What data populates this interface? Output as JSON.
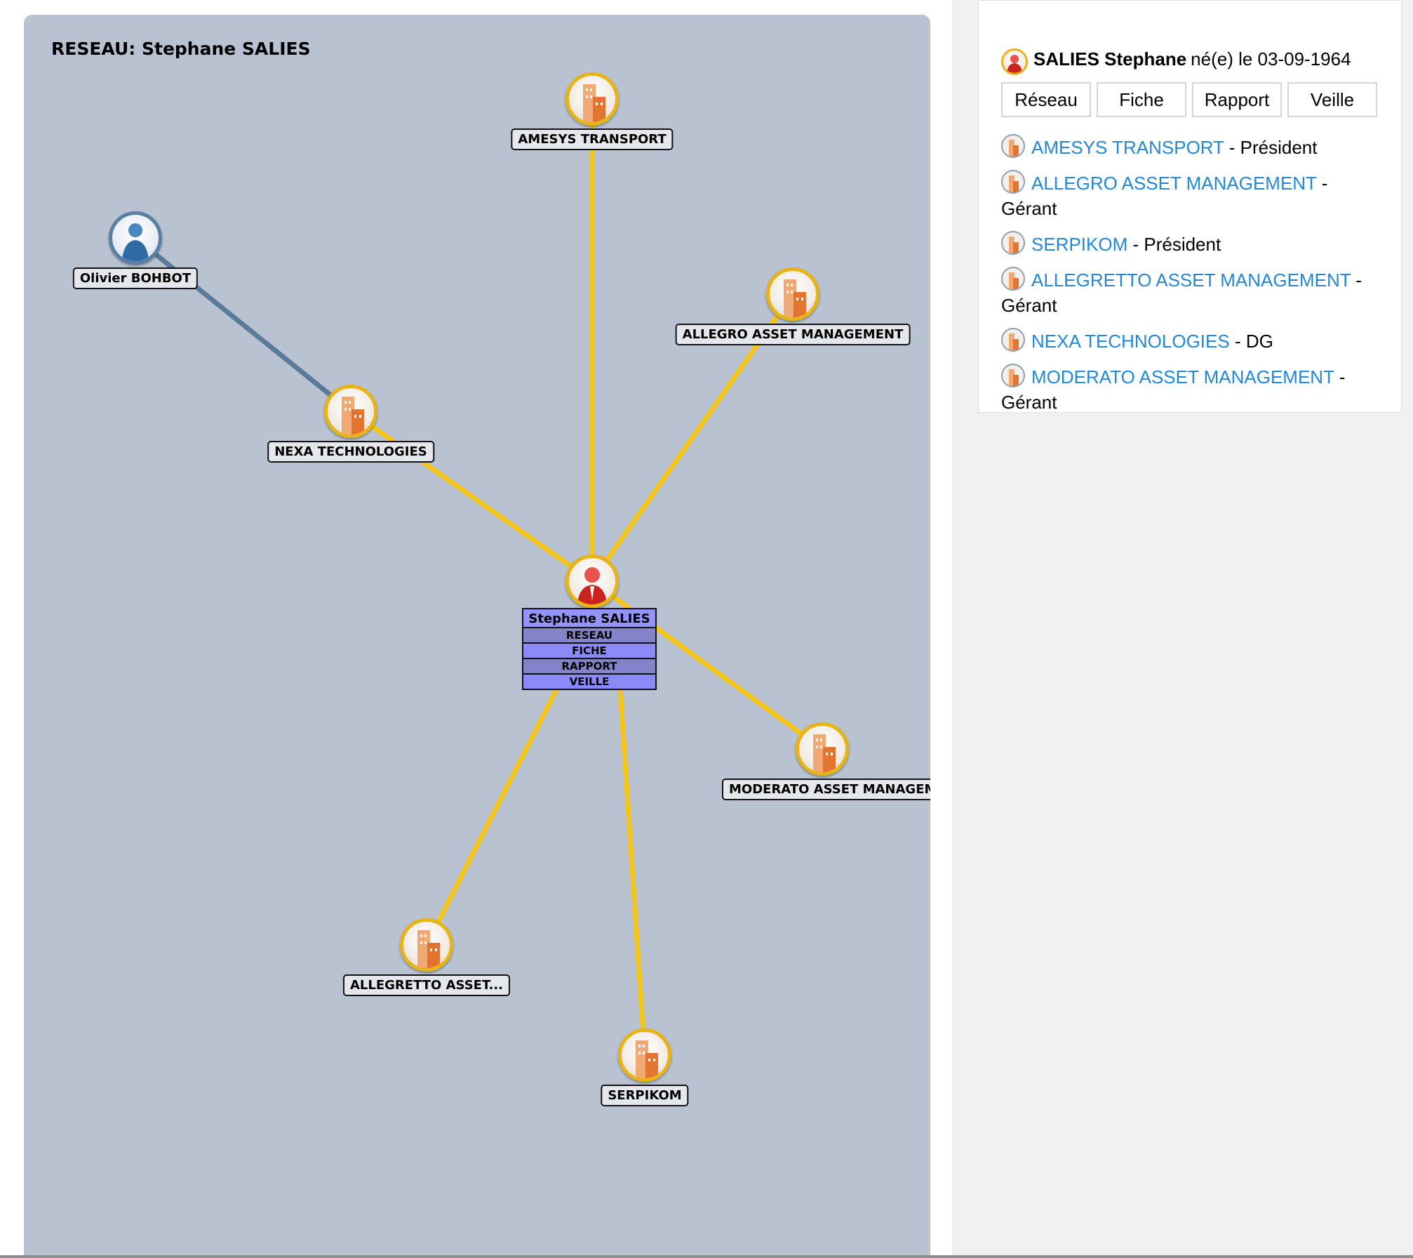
{
  "graph": {
    "title": "RESEAU: Stephane SALIES",
    "colors": {
      "company_edge": "#f5c518",
      "person_edge": "#5a7a99"
    },
    "center": {
      "name": "Stephane SALIES",
      "links": [
        "RESEAU",
        "FICHE",
        "RAPPORT",
        "VEILLE"
      ],
      "icon": "person-red-icon"
    },
    "nodes": [
      {
        "id": "amesys",
        "label": "AMESYS TRANSPORT",
        "type": "company",
        "icon": "building-icon"
      },
      {
        "id": "allegro",
        "label": "ALLEGRO ASSET MANAGEMENT",
        "type": "company",
        "icon": "building-icon"
      },
      {
        "id": "nexa",
        "label": "NEXA TECHNOLOGIES",
        "type": "company",
        "icon": "building-icon"
      },
      {
        "id": "moderato",
        "label": "MODERATO ASSET MANAGEMEN",
        "type": "company",
        "icon": "building-icon"
      },
      {
        "id": "allegretto",
        "label": "ALLEGRETTO ASSET...",
        "type": "company",
        "icon": "building-icon"
      },
      {
        "id": "serpikom",
        "label": "SERPIKOM",
        "type": "company",
        "icon": "building-icon"
      },
      {
        "id": "bohbot",
        "label": "Olivier BOHBOT",
        "type": "person",
        "icon": "person-blue-icon"
      }
    ]
  },
  "sidebar": {
    "person_name": "SALIES Stephane",
    "person_born": "né(e) le 03-09-1964",
    "buttons": [
      "Réseau",
      "Fiche",
      "Rapport",
      "Veille"
    ],
    "companies": [
      {
        "name": "AMESYS TRANSPORT",
        "role": " - Président"
      },
      {
        "name": "ALLEGRO ASSET MANAGEMENT",
        "role": " - Gérant"
      },
      {
        "name": "SERPIKOM",
        "role": " - Président"
      },
      {
        "name": "ALLEGRETTO ASSET MANAGEMENT",
        "role": " - Gérant"
      },
      {
        "name": "NEXA TECHNOLOGIES",
        "role": " - DG"
      },
      {
        "name": "MODERATO ASSET MANAGEMENT",
        "role": " - Gérant"
      }
    ],
    "link_color": "#2288d6"
  }
}
